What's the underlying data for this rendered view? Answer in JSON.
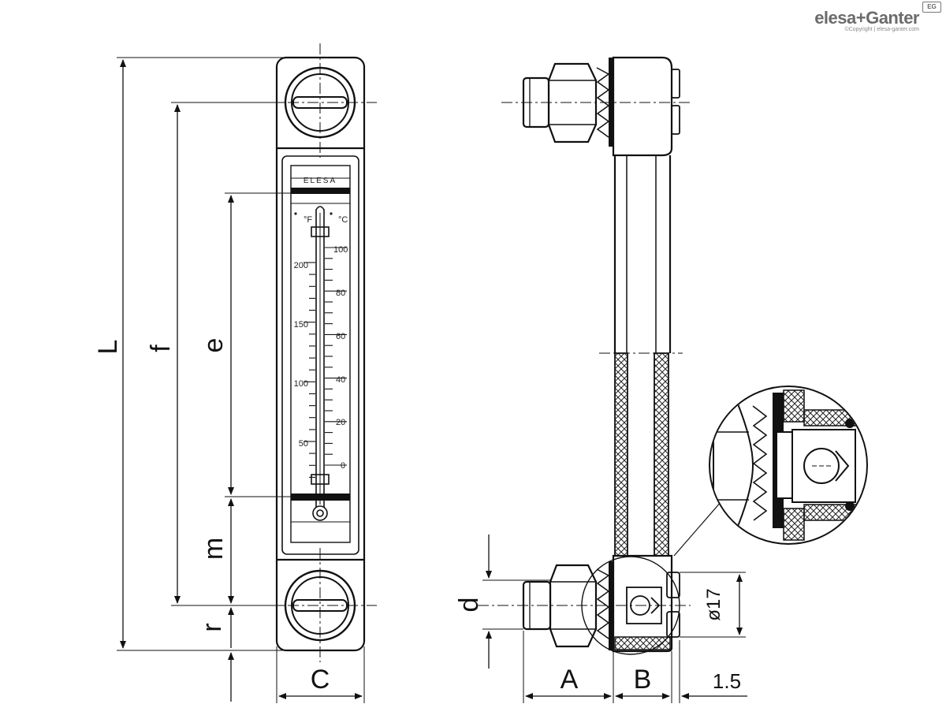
{
  "brand": {
    "name": "elesa+Ganter",
    "copyright": "©Copyright | elesa-ganter.com",
    "badge": "EG"
  },
  "front_view": {
    "label_plate": "ELESA",
    "scale_units_left": "°F",
    "scale_units_right": "°C",
    "fahrenheit_ticks": [
      "200",
      "150",
      "100",
      "50"
    ],
    "celsius_ticks": [
      "100",
      "80",
      "60",
      "40",
      "20",
      "0"
    ]
  },
  "dimensions": {
    "L": "L",
    "f": "f",
    "e": "e",
    "m": "m",
    "r": "r",
    "C": "C",
    "d": "d",
    "A": "A",
    "B": "B",
    "gap": "1.5",
    "diameter": "ø17"
  }
}
